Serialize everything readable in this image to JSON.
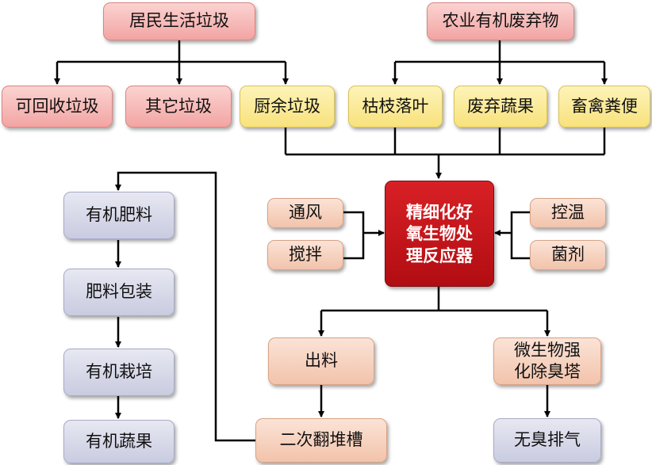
{
  "nodes": {
    "residential": "居民生活垃圾",
    "agricultural": "农业有机废弃物",
    "recyclable": "可回收垃圾",
    "other": "其它垃圾",
    "kitchen": "厨余垃圾",
    "branches": "枯枝落叶",
    "vegetables": "废弃蔬果",
    "manure": "畜禽粪便",
    "reactor": "精细化好\n氧生物处\n理反应器",
    "ventilation": "通风",
    "stirring": "搅拌",
    "temperature": "控温",
    "agent": "菌剂",
    "discharge": "出料",
    "deodorize": "微生物强\n化除臭塔",
    "secondary": "二次翻堆槽",
    "odorless": "无臭排气",
    "fertilizer": "有机肥料",
    "packaging": "肥料包装",
    "cultivation": "有机栽培",
    "organic_veg": "有机蔬果"
  },
  "colors": {
    "pink": "#f2a5a3",
    "yellow": "#f8e27d",
    "peach": "#f2c3ab",
    "lavender": "#c9cbe0",
    "reactor": "#c4161c",
    "line": "#000000"
  }
}
